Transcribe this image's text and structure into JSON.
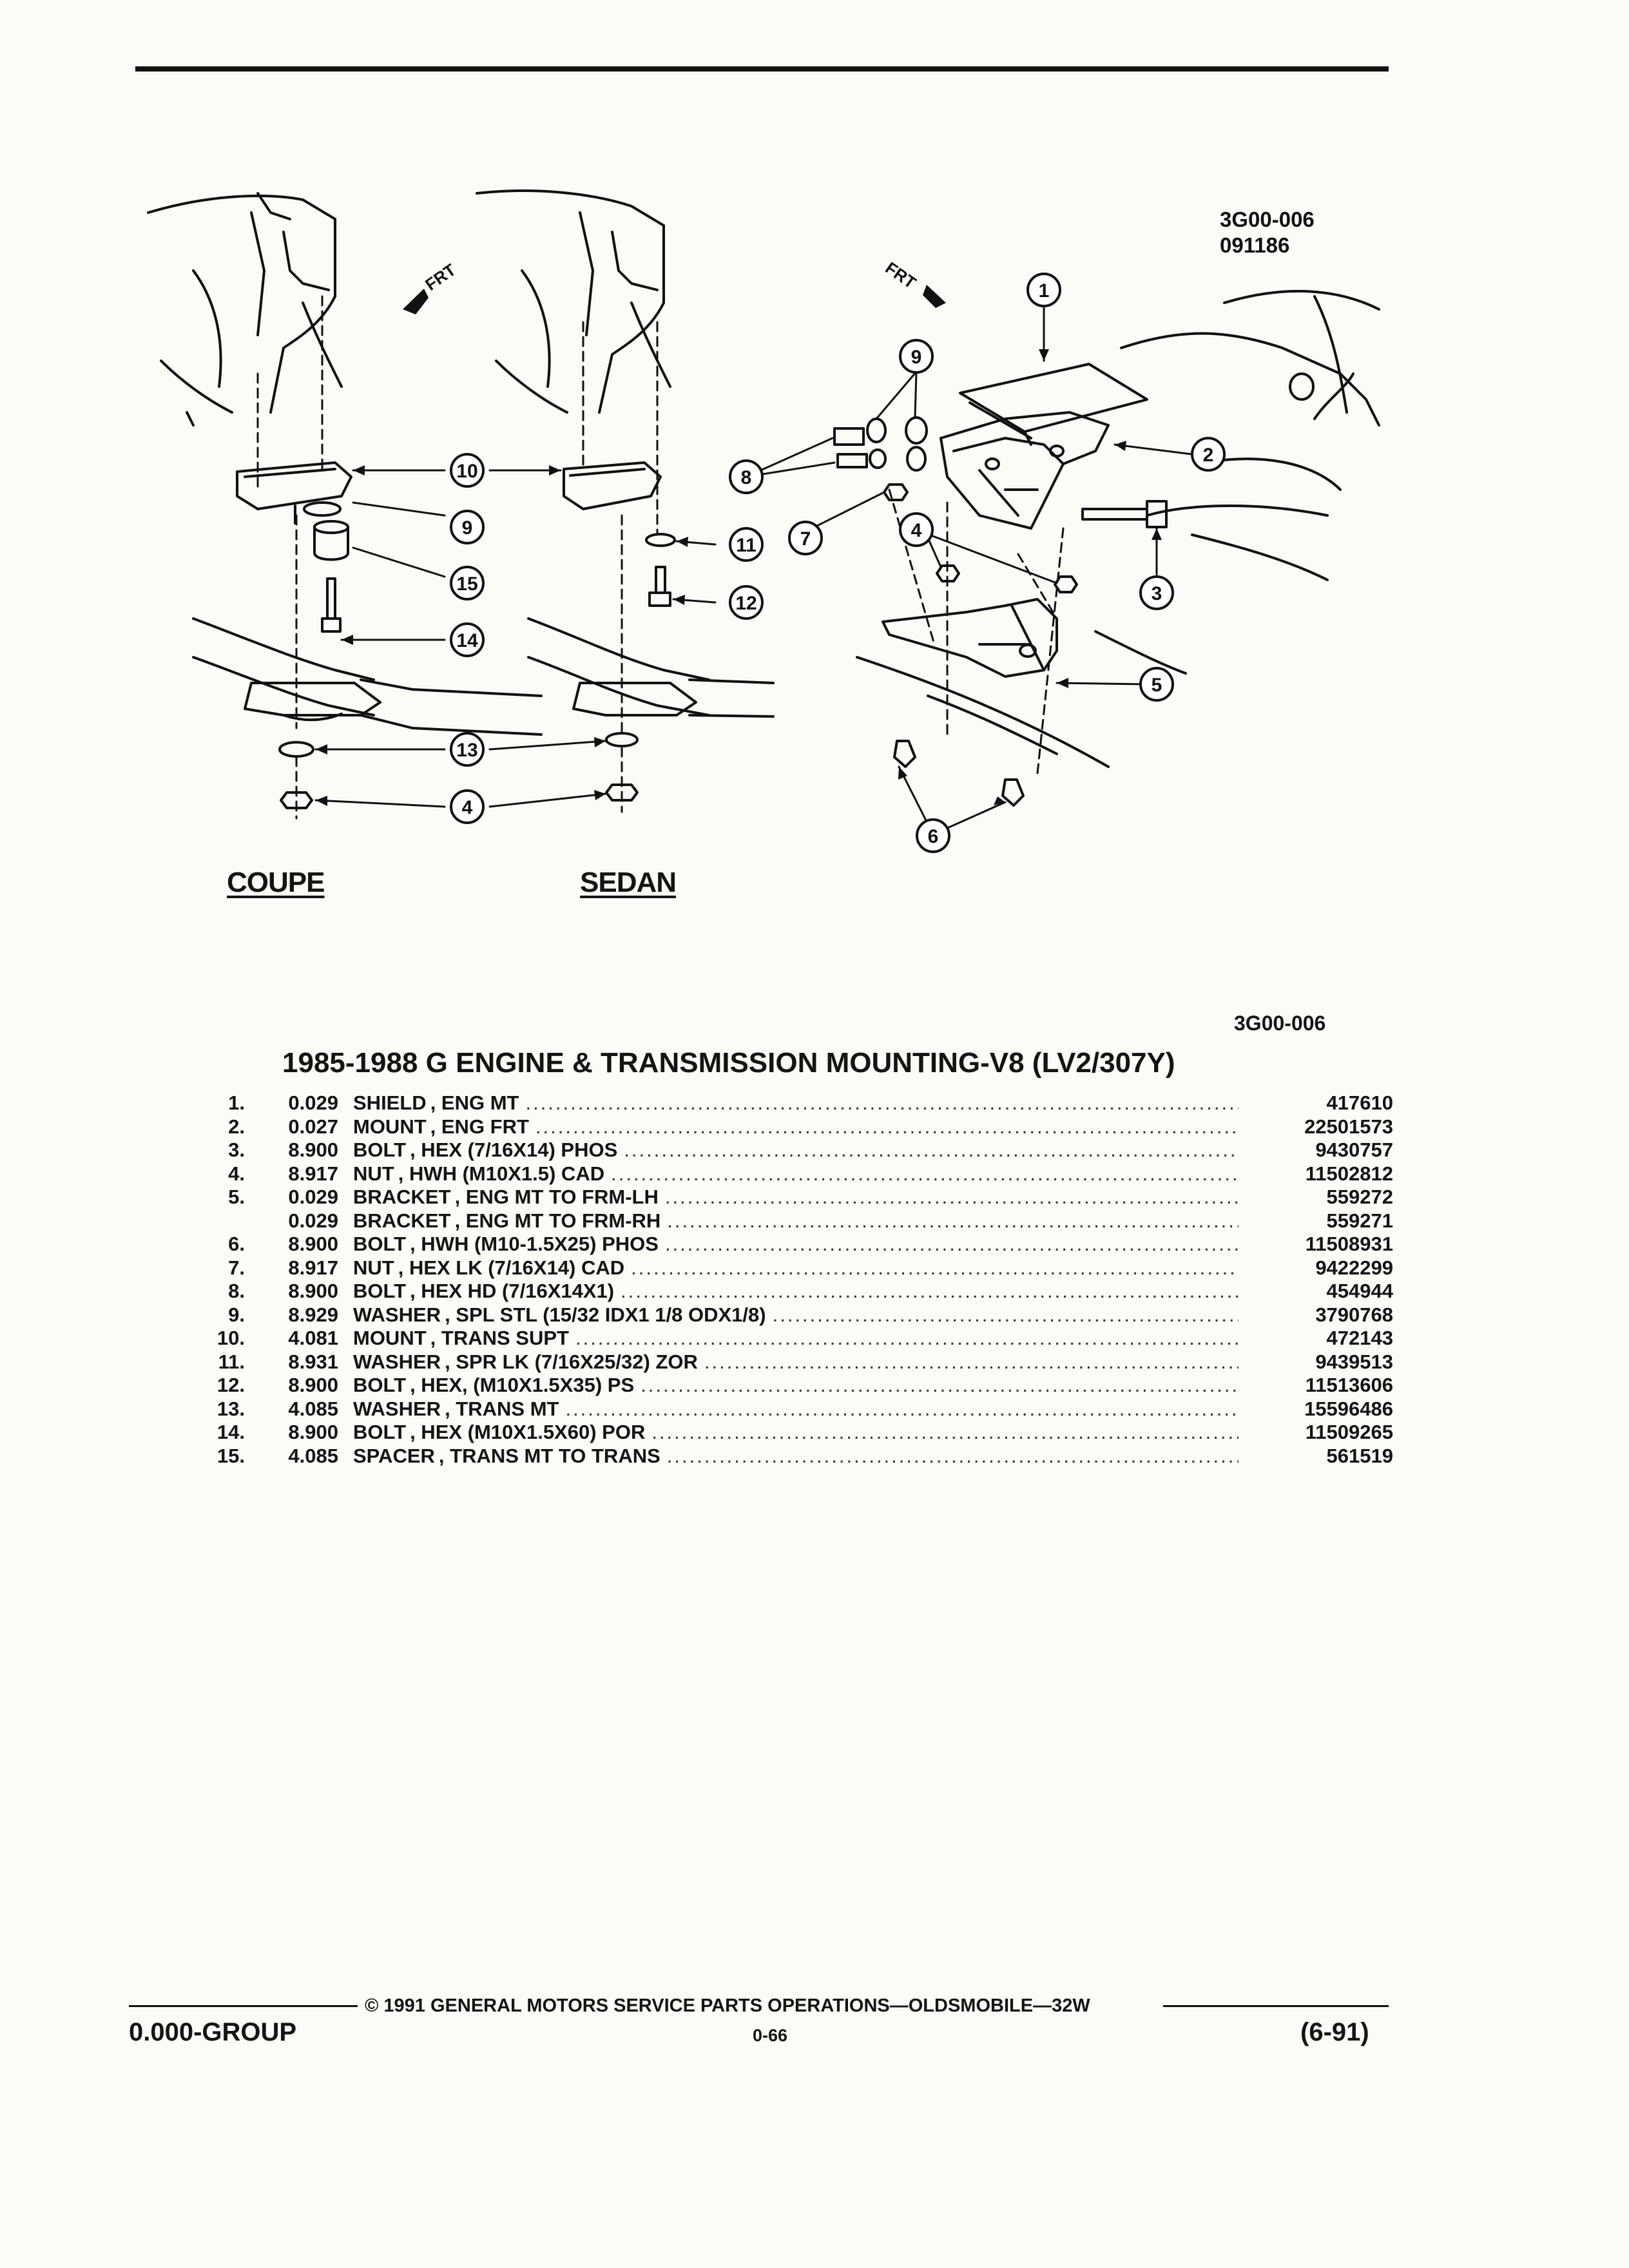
{
  "diagram": {
    "ref_code": "3G00-006",
    "date_code": "091186",
    "frt_label": "FRT",
    "view_coupe": "COUPE",
    "view_sedan": "SEDAN",
    "callouts": [
      "1",
      "2",
      "3",
      "4",
      "5",
      "6",
      "7",
      "8",
      "9",
      "10",
      "11",
      "12",
      "13",
      "14",
      "15"
    ]
  },
  "list": {
    "ref_code": "3G00-006",
    "title": "1985-1988 G ENGINE & TRANSMISSION MOUNTING-V8 (LV2/307Y)",
    "items": [
      {
        "num": "1.",
        "group": "0.029",
        "name": "SHIELD",
        "desc": ", ENG MT",
        "part": "417610"
      },
      {
        "num": "2.",
        "group": "0.027",
        "name": "MOUNT",
        "desc": ", ENG FRT",
        "part": "22501573"
      },
      {
        "num": "3.",
        "group": "8.900",
        "name": "BOLT",
        "desc": ", HEX (7/16X14) PHOS",
        "part": "9430757"
      },
      {
        "num": "4.",
        "group": "8.917",
        "name": "NUT",
        "desc": ", HWH (M10X1.5) CAD",
        "part": "11502812"
      },
      {
        "num": "5.",
        "group": "0.029",
        "name": "BRACKET",
        "desc": ", ENG MT TO FRM-LH",
        "part": "559272"
      },
      {
        "num": "",
        "group": "0.029",
        "name": "BRACKET",
        "desc": ", ENG MT TO FRM-RH",
        "part": "559271"
      },
      {
        "num": "6.",
        "group": "8.900",
        "name": "BOLT",
        "desc": ", HWH (M10-1.5X25) PHOS",
        "part": "11508931"
      },
      {
        "num": "7.",
        "group": "8.917",
        "name": "NUT",
        "desc": ", HEX LK (7/16X14) CAD",
        "part": "9422299"
      },
      {
        "num": "8.",
        "group": "8.900",
        "name": "BOLT",
        "desc": ", HEX HD (7/16X14X1)",
        "part": "454944"
      },
      {
        "num": "9.",
        "group": "8.929",
        "name": "WASHER",
        "desc": ", SPL STL (15/32 IDX1 1/8 ODX1/8)",
        "part": "3790768"
      },
      {
        "num": "10.",
        "group": "4.081",
        "name": "MOUNT",
        "desc": ", TRANS SUPT",
        "part": "472143"
      },
      {
        "num": "11.",
        "group": "8.931",
        "name": "WASHER",
        "desc": ", SPR LK (7/16X25/32) ZOR",
        "part": "9439513"
      },
      {
        "num": "12.",
        "group": "8.900",
        "name": "BOLT",
        "desc": ", HEX, (M10X1.5X35) PS",
        "part": "11513606"
      },
      {
        "num": "13.",
        "group": "4.085",
        "name": "WASHER",
        "desc": ", TRANS MT",
        "part": "15596486"
      },
      {
        "num": "14.",
        "group": "8.900",
        "name": "BOLT",
        "desc": ", HEX (M10X1.5X60) POR",
        "part": "11509265"
      },
      {
        "num": "15.",
        "group": "4.085",
        "name": "SPACER",
        "desc": ", TRANS MT TO TRANS",
        "part": "561519"
      }
    ]
  },
  "footer": {
    "copyright": "© 1991 GENERAL MOTORS SERVICE PARTS OPERATIONS—OLDSMOBILE—32W",
    "group": "0.000-GROUP",
    "page": "0-66",
    "date": "(6-91)"
  }
}
